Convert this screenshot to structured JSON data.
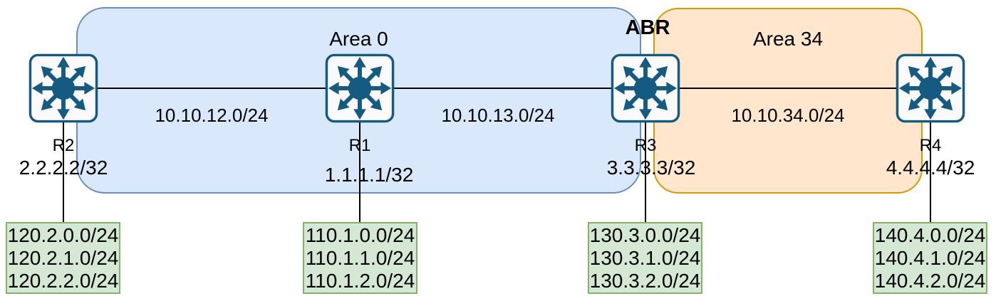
{
  "diagram": {
    "type": "ospf-network-topology",
    "areas": [
      {
        "label": "Area 0",
        "fill": "#dae8fc",
        "border": "#6c8ebf",
        "routers": [
          "R2",
          "R1",
          "R3"
        ]
      },
      {
        "label": "Area 34",
        "fill": "#ffe6cc",
        "border": "#d79b00",
        "routers": [
          "R3",
          "R4"
        ]
      }
    ],
    "abr": {
      "label": "ABR",
      "router": "R3"
    },
    "routers": [
      {
        "name": "R2",
        "loopback": "2.2.2.2/32",
        "subnets": [
          "120.2.0.0/24",
          "120.2.1.0/24",
          "120.2.2.0/24"
        ]
      },
      {
        "name": "R1",
        "loopback": "1.1.1.1/32",
        "subnets": [
          "110.1.0.0/24",
          "110.1.1.0/24",
          "110.1.2.0/24"
        ]
      },
      {
        "name": "R3",
        "loopback": "3.3.3.3/32",
        "subnets": [
          "130.3.0.0/24",
          "130.3.1.0/24",
          "130.3.2.0/24"
        ]
      },
      {
        "name": "R4",
        "loopback": "4.4.4.4/32",
        "subnets": [
          "140.4.0.0/24",
          "140.4.1.0/24",
          "140.4.2.0/24"
        ]
      }
    ],
    "links": [
      {
        "from": "R2",
        "to": "R1",
        "label": "10.10.12.0/24"
      },
      {
        "from": "R1",
        "to": "R3",
        "label": "10.10.13.0/24"
      },
      {
        "from": "R3",
        "to": "R4",
        "label": "10.10.34.0/24"
      }
    ],
    "icon_style": {
      "glyph": "multilayer-switch",
      "color": "#155a80",
      "box_fill": "#fafafa"
    },
    "subnet_box_style": {
      "fill": "#d5e8d4",
      "border": "#82b366"
    }
  }
}
